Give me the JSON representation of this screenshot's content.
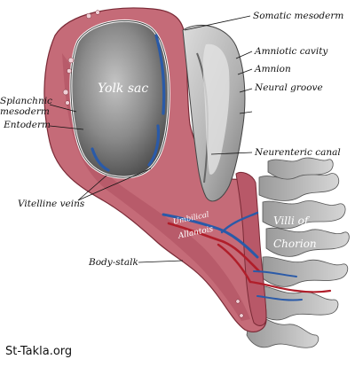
{
  "labels": {
    "somatic_mesoderm": "Somatic mesoderm",
    "amniotic_cavity": "Amniotic cavity",
    "amnion": "Amnion",
    "neural_groove": "Neural groove",
    "neurenteric_canal": "Neurenteric canal",
    "splanchnic_mesoderm": "Splanchnic\nmesoderm",
    "entoderm": "Entoderm",
    "vitelline_veins": "Vitelline veins",
    "body_stalk": "Body-stalk",
    "yolk_sac": "Yolk sac",
    "villi_of_chorion": "Villi of\nChorion",
    "allantois": "Allantois",
    "umbilical_vessels": "Umbilical"
  },
  "watermark": "St-Takla.org",
  "colors": {
    "mesoderm": "#c66a78",
    "mesoderm_dark": "#9a3e4c",
    "yolk_sac": "#8d8d8d",
    "amnion": "#c9c9c9",
    "vein_blue": "#2a5aa8",
    "artery_red": "#b01e2a",
    "villi": "#a9a9a9"
  }
}
